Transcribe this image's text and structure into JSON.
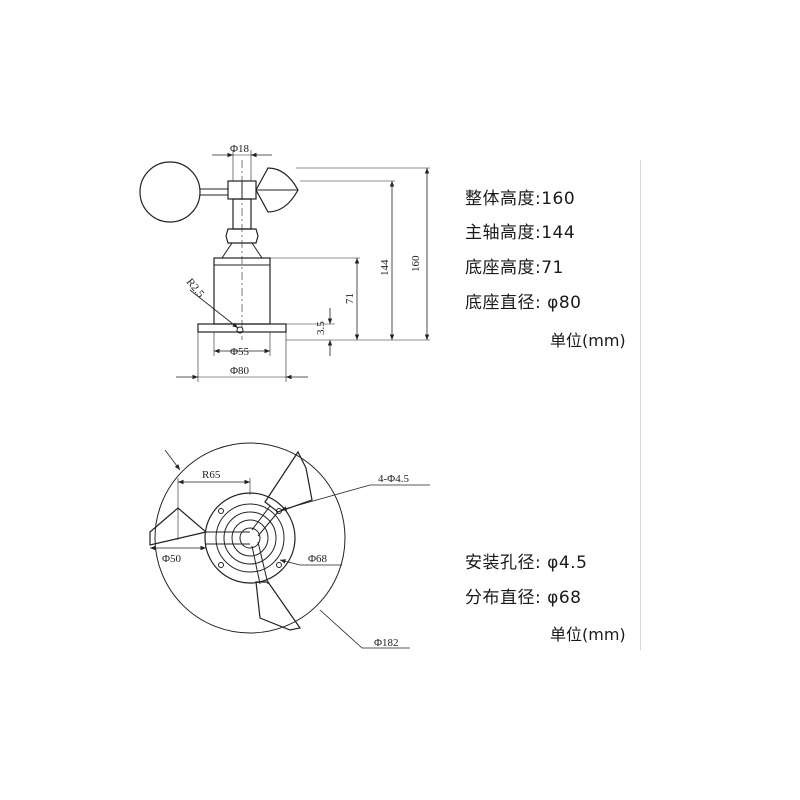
{
  "side_view": {
    "dims": {
      "shaft_dia": "Φ18",
      "radius": "R2.5",
      "flange_height": "3.5",
      "base_height": "71",
      "shaft_height": "144",
      "total_height": "160",
      "inner_dia": "Φ55",
      "base_dia": "Φ80"
    }
  },
  "top_view": {
    "dims": {
      "arm_radius": "R65",
      "holes": "4-Φ4.5",
      "cup_dia": "Φ50",
      "hole_circle": "Φ68",
      "sweep_dia": "Φ182"
    }
  },
  "specs_top": {
    "items": [
      {
        "label": "整体高度",
        "value": "160"
      },
      {
        "label": "主轴高度",
        "value": "144"
      },
      {
        "label": "底座高度",
        "value": "71"
      },
      {
        "label": "底座直径",
        "value": "φ80"
      }
    ],
    "unit": "单位(mm)"
  },
  "specs_bottom": {
    "items": [
      {
        "label": "安装孔径",
        "value": "φ4.5"
      },
      {
        "label": "分布直径",
        "value": "φ68"
      }
    ],
    "unit": "单位(mm)"
  }
}
